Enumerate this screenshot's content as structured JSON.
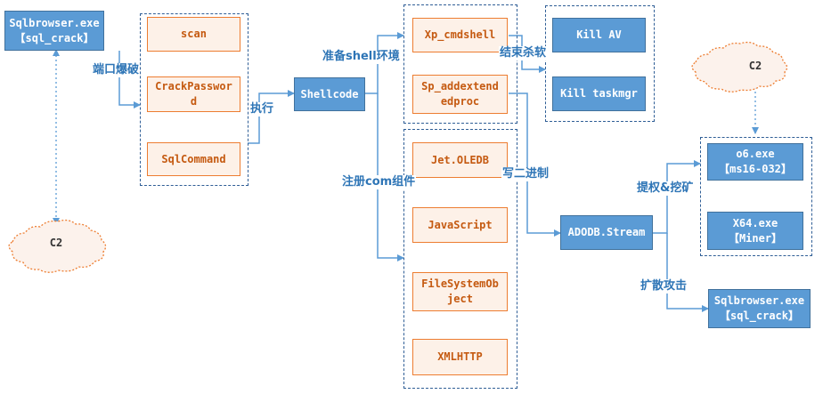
{
  "nodes": {
    "sqlbrowser_top": [
      "Sqlbrowser.exe",
      "【sql_crack】"
    ],
    "scan": [
      "scan"
    ],
    "crack_password": [
      "CrackPasswor",
      "d"
    ],
    "sql_command": [
      "SqlCommand"
    ],
    "shellcode": [
      "Shellcode"
    ],
    "xp_cmdshell": [
      "Xp_cmdshell"
    ],
    "sp_addextendedproc": [
      "Sp_addextend",
      "edproc"
    ],
    "kill_av": [
      "Kill AV"
    ],
    "kill_taskmgr": [
      "Kill taskmgr"
    ],
    "jet_oledb": [
      "Jet.OLEDB"
    ],
    "javascript": [
      "JavaScript"
    ],
    "filesystemobject": [
      "FileSystemOb",
      "ject"
    ],
    "xmlhttp": [
      "XMLHTTP"
    ],
    "adodb_stream": [
      "ADODB.Stream"
    ],
    "o6_exe": [
      "o6.exe",
      "【ms16-032】"
    ],
    "x64_exe": [
      "X64.exe",
      "【Miner】"
    ],
    "sqlbrowser_bottom": [
      "Sqlbrowser.exe",
      "【sql_crack】"
    ]
  },
  "clouds": {
    "c2_left": "C2",
    "c2_right": "C2"
  },
  "edge_labels": {
    "port_brute": "端口爆破",
    "execute": "执行",
    "prepare_shell": "准备shell环境",
    "kill_soft": "结束杀软",
    "register_com": "注册com组件",
    "write_binary": "写二进制",
    "escalate_mine": "提权&挖矿",
    "spread_attack": "扩散攻击"
  },
  "colors": {
    "blue_fill": "#5b9bd5",
    "orange_border": "#ed7d31",
    "label_blue": "#2e75b6"
  }
}
